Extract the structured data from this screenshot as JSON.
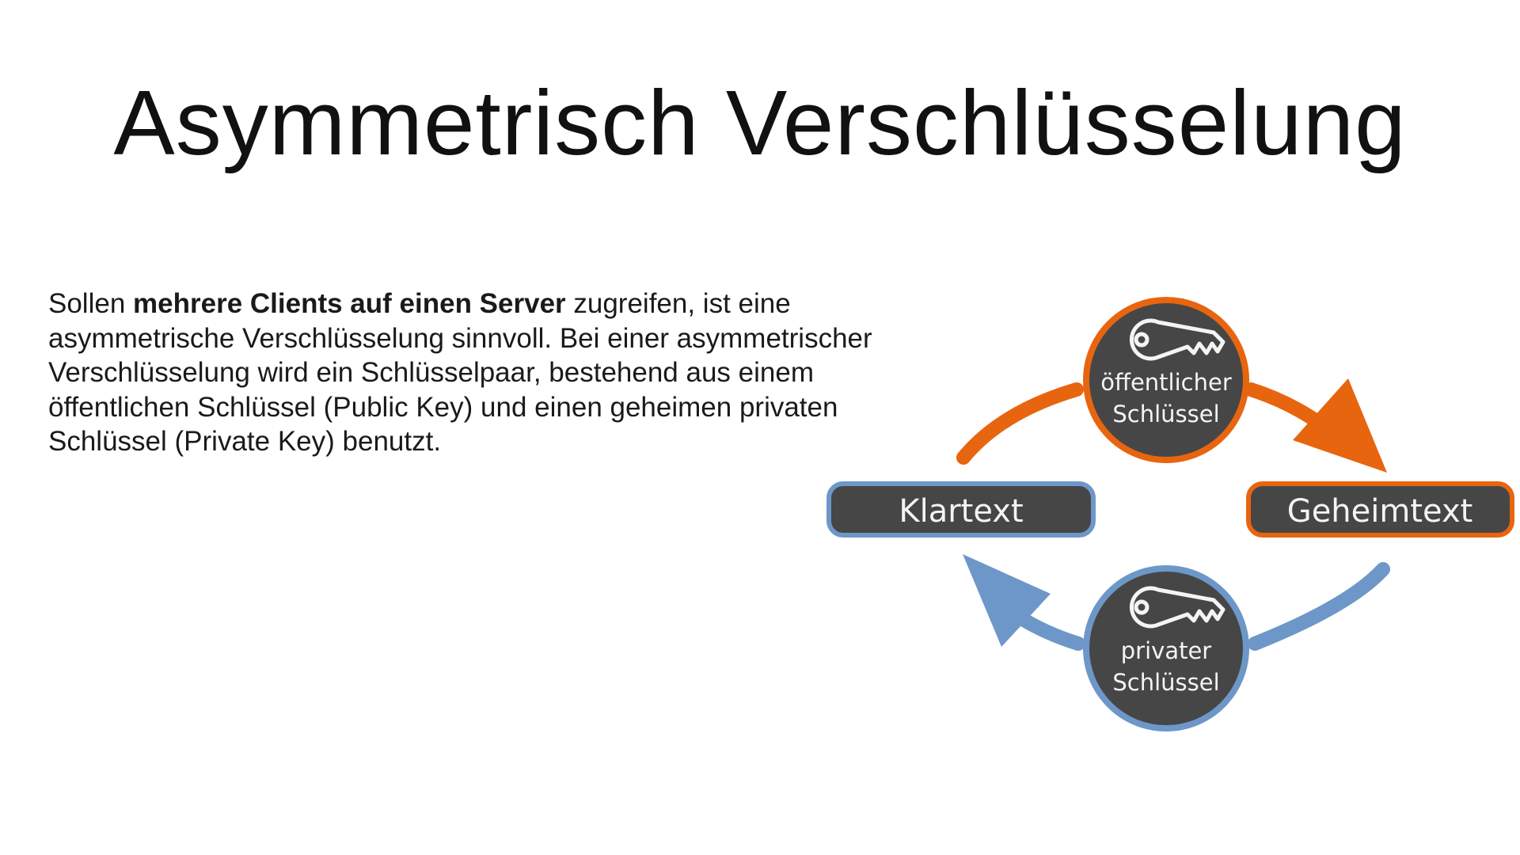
{
  "slide": {
    "title": "Asymmetrisch Verschlüsselung",
    "body": {
      "intro": "Sollen ",
      "bold": "mehrere Clients auf einen Server",
      "rest": " zugreifen, ist eine asymmetrische Verschlüsselung sinnvoll. Bei einer asymmetrischer Verschlüsselung wird ein Schlüsselpaar, bestehend aus einem öffentlichen Schlüssel (Public Key) und einen geheimen privaten Schlüssel (Private Key) benutzt."
    }
  },
  "diagram": {
    "plaintext_label": "Klartext",
    "ciphertext_label": "Geheimtext",
    "public_key": {
      "line1": "öffentlicher",
      "line2": "Schlüssel"
    },
    "private_key": {
      "line1": "privater",
      "line2": "Schlüssel"
    },
    "icons": {
      "public": "key-icon",
      "private": "key-icon"
    },
    "colors": {
      "orange": "#e8650f",
      "blue": "#6d97c8",
      "dark": "#464646",
      "text": "#f4f4f4"
    }
  }
}
